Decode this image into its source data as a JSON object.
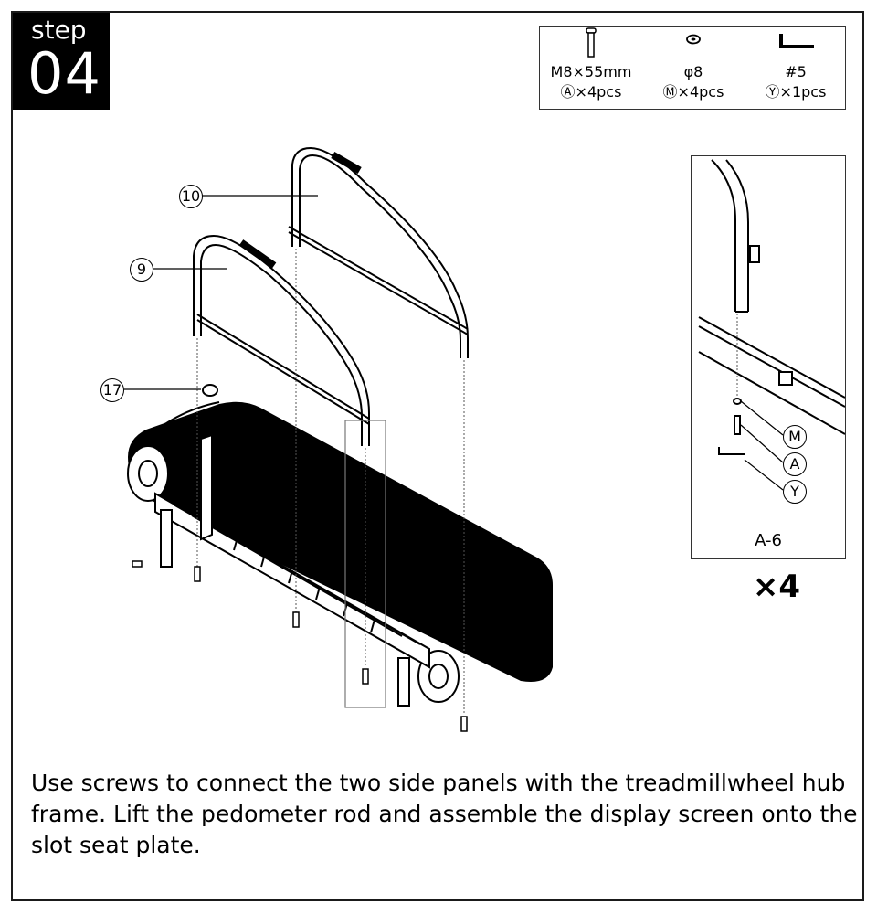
{
  "step": {
    "word": "step",
    "number": "04"
  },
  "parts": [
    {
      "icon": "screw-icon",
      "spec": "M8×55mm",
      "qty": "Ⓐ×4pcs"
    },
    {
      "icon": "washer-icon",
      "spec": "φ8",
      "qty": "Ⓜ×4pcs"
    },
    {
      "icon": "hex-key-icon",
      "spec": "#5",
      "qty": "Ⓨ×1pcs"
    }
  ],
  "callouts": {
    "c10": "10",
    "c9": "9",
    "c17": "17"
  },
  "detail": {
    "labels": [
      "M",
      "A",
      "Y"
    ],
    "caption": "A-6"
  },
  "multiplier": "×4",
  "instruction": "Use screws to connect the two side panels with the treadmillwheel hub frame. Lift the pedometer rod and assemble the display screen onto the slot seat plate."
}
